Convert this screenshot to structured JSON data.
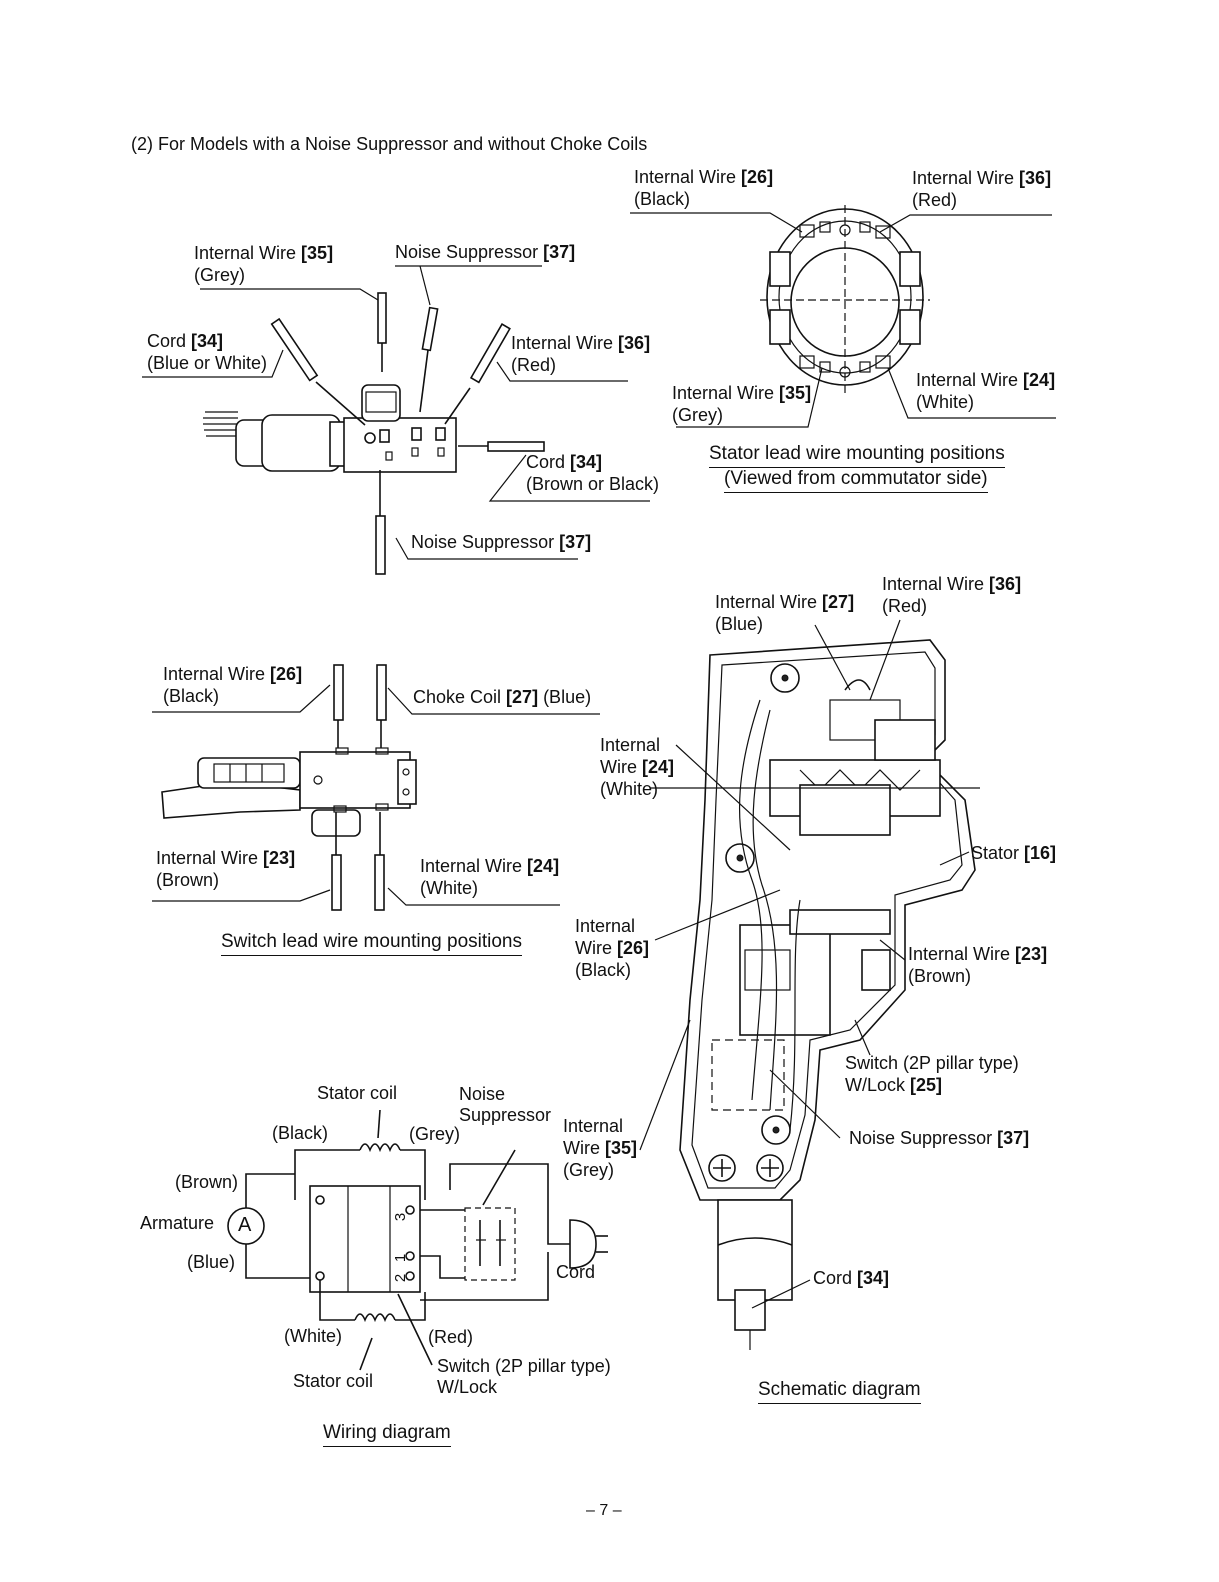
{
  "heading": "(2) For Models with a Noise Suppressor and without Choke Coils",
  "switch_top": {
    "wire35": {
      "name": "Internal Wire ",
      "num": "[35]",
      "color": "(Grey)"
    },
    "suppressor_top": {
      "name": "Noise Suppressor ",
      "num": "[37]"
    },
    "cord34_left": {
      "name": "Cord ",
      "num": "[34]",
      "color": "(Blue or White)"
    },
    "wire36": {
      "name": "Internal Wire ",
      "num": "[36]",
      "color": "(Red)"
    },
    "cord34_right": {
      "name": "Cord ",
      "num": "[34]",
      "color": "(Brown or Black)"
    },
    "suppressor_bottom": {
      "name": "Noise Suppressor ",
      "num": "[37]"
    }
  },
  "stator": {
    "wire26": {
      "name": "Internal Wire ",
      "num": "[26]",
      "color": "(Black)"
    },
    "wire36": {
      "name": "Internal Wire ",
      "num": "[36]",
      "color": "(Red)"
    },
    "wire35": {
      "name": "Internal Wire ",
      "num": "[35]",
      "color": "(Grey)"
    },
    "wire24": {
      "name": "Internal Wire ",
      "num": "[24]",
      "color": "(White)"
    },
    "caption1": "Stator lead wire mounting positions",
    "caption2": "(Viewed from commutator side)"
  },
  "switch_lead": {
    "wire26": {
      "name": "Internal Wire ",
      "num": "[26]",
      "color": "(Black)"
    },
    "choke": {
      "name": "Choke Coil ",
      "num": "[27]",
      "color": " (Blue)"
    },
    "wire23": {
      "name": "Internal Wire ",
      "num": "[23]",
      "color": "(Brown)"
    },
    "wire24": {
      "name": "Internal Wire ",
      "num": "[24]",
      "color": "(White)"
    },
    "caption": "Switch lead wire mounting positions"
  },
  "schematic": {
    "wire36": {
      "name": "Internal Wire ",
      "num": "[36]",
      "color": "(Red)"
    },
    "wire27": {
      "name": "Internal Wire ",
      "num": "[27]",
      "color": "(Blue)"
    },
    "wire24": {
      "l1": "Internal",
      "l2": "Wire ",
      "num": "[24]",
      "color": "(White)"
    },
    "stator": {
      "name": "Stator ",
      "num": "[16]"
    },
    "wire26": {
      "l1": "Internal",
      "l2": "Wire ",
      "num": "[26]",
      "color": "(Black)"
    },
    "wire23": {
      "name": "Internal Wire ",
      "num": "[23]",
      "color": "(Brown)"
    },
    "switch": {
      "l1": "Switch (2P pillar type)",
      "l2": "W/Lock ",
      "num": "[25]"
    },
    "wire35": {
      "l1": "Internal",
      "l2": "Wire ",
      "num": "[35]",
      "color": "(Grey)"
    },
    "suppressor": {
      "name": "Noise Suppressor ",
      "num": "[37]"
    },
    "cord": {
      "name": "Cord ",
      "num": "[34]"
    },
    "caption": "Schematic diagram"
  },
  "wiring": {
    "stator_coil_top": "Stator coil",
    "noise1": "Noise",
    "noise2": "Suppressor",
    "black": "(Black)",
    "grey": "(Grey)",
    "brown": "(Brown)",
    "armature": "Armature",
    "armature_symbol": "A",
    "blue": "(Blue)",
    "cord": "Cord",
    "white": "(White)",
    "red": "(Red)",
    "stator_coil_bottom": "Stator coil",
    "switch1": "Switch (2P pillar type)",
    "switch2": "W/Lock",
    "term3": "3",
    "term1": "1",
    "term2": "2",
    "caption": "Wiring diagram"
  },
  "page_number": "– 7 –"
}
